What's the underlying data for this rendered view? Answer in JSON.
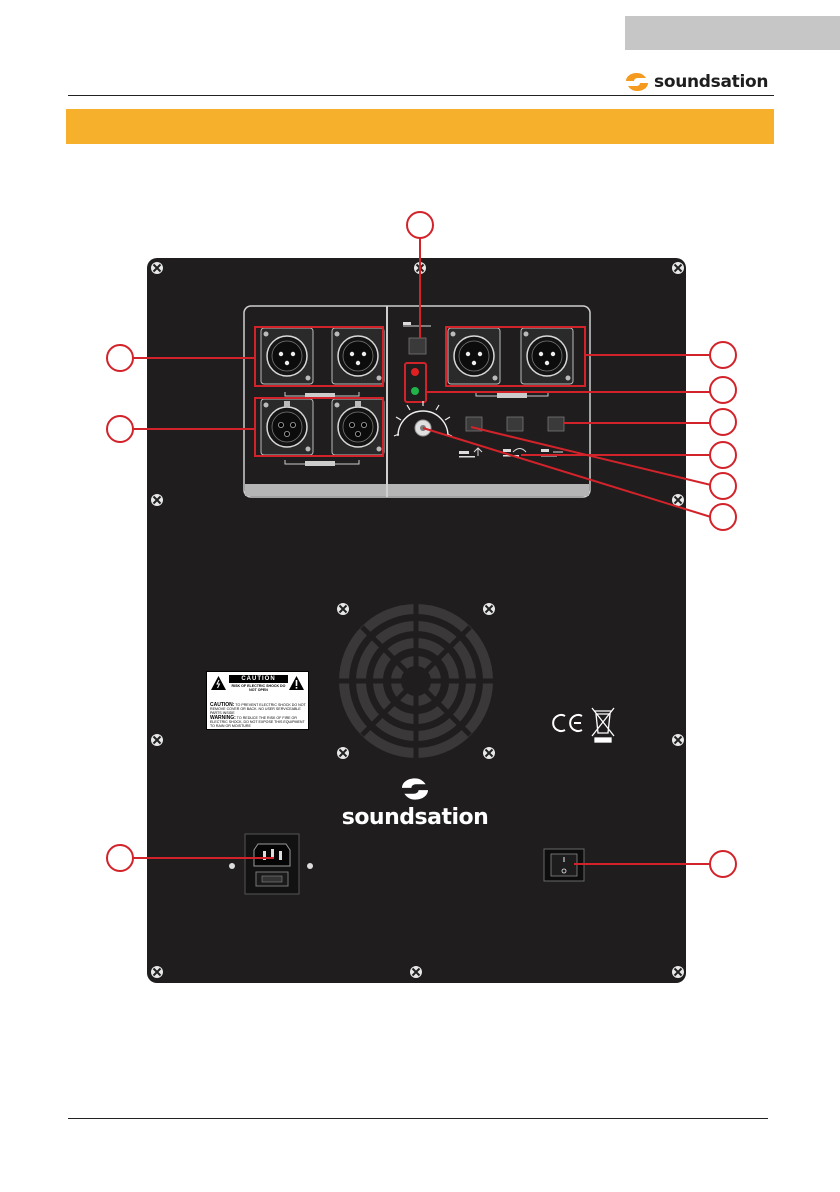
{
  "header": {
    "brand": "soundsation",
    "section_title": ""
  },
  "panel": {
    "logo_text": "soundsation",
    "caution_label": {
      "title": "CAUTION",
      "subtitle": "RISK OF ELECTRIC SHOCK DO NOT OPEN",
      "caution_text": "CAUTION:",
      "caution_body": "TO PREVENT ELECTRIC SHOCK DO NOT REMOVE COVER OR BACK. NO USER SERVICEABLE PARTS INSIDE",
      "warning_text": "WARNING:",
      "warning_body": "TO REDUCE THE RISK OF FIRE OR ELECTRIC SHOCK, DO NOT EXPOSE THIS EQUIPMENT TO RAIN OR MOISTURE"
    },
    "marks": [
      "CE",
      "WEEE"
    ],
    "callouts": [
      "",
      "",
      "",
      "",
      "",
      "",
      "",
      "",
      "",
      "",
      ""
    ]
  },
  "colors": {
    "accent": "#f7b02b",
    "panel": "#1f1d1e",
    "callout": "#d2232a",
    "logo_orange": "#f39a1f"
  }
}
